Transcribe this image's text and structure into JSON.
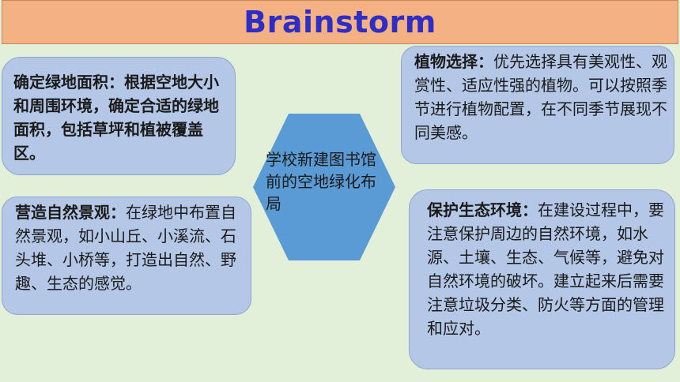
{
  "title": "Brainstorm",
  "center": {
    "text": "学校新建图书馆前的空地绿化布局"
  },
  "boxes": {
    "area": {
      "text": "确定绿地面积：根据空地大小和周围环境，确定合适的绿地面积，包括草坪和植被覆盖区。"
    },
    "plants": {
      "heading": "植物选择：",
      "text": "优先选择具有美观性、观赏性、适应性强的植物。可以按照季节进行植物配置，在不同季节展现不同美感。"
    },
    "landscape": {
      "heading": "营造自然景观：",
      "text": "在绿地中布置自然景观，如小山丘、小溪流、石头堆、小桥等，打造出自然、野趣、生态的感觉。"
    },
    "ecology": {
      "heading": "保护生态环境：",
      "text": "在建设过程中，要注意保护周边的自然环境，如水源、土壤、生态、气候等，避免对自然环境的破坏。建立起来后需要注意垃圾分类、防火等方面的管理和应对。"
    }
  },
  "colors": {
    "background": "#e2efd9",
    "title_bar": "#f4b183",
    "title_text": "#2e2ec7",
    "box_fill": "#b4c7e7",
    "hexagon_fill": "#5b9bd5"
  }
}
